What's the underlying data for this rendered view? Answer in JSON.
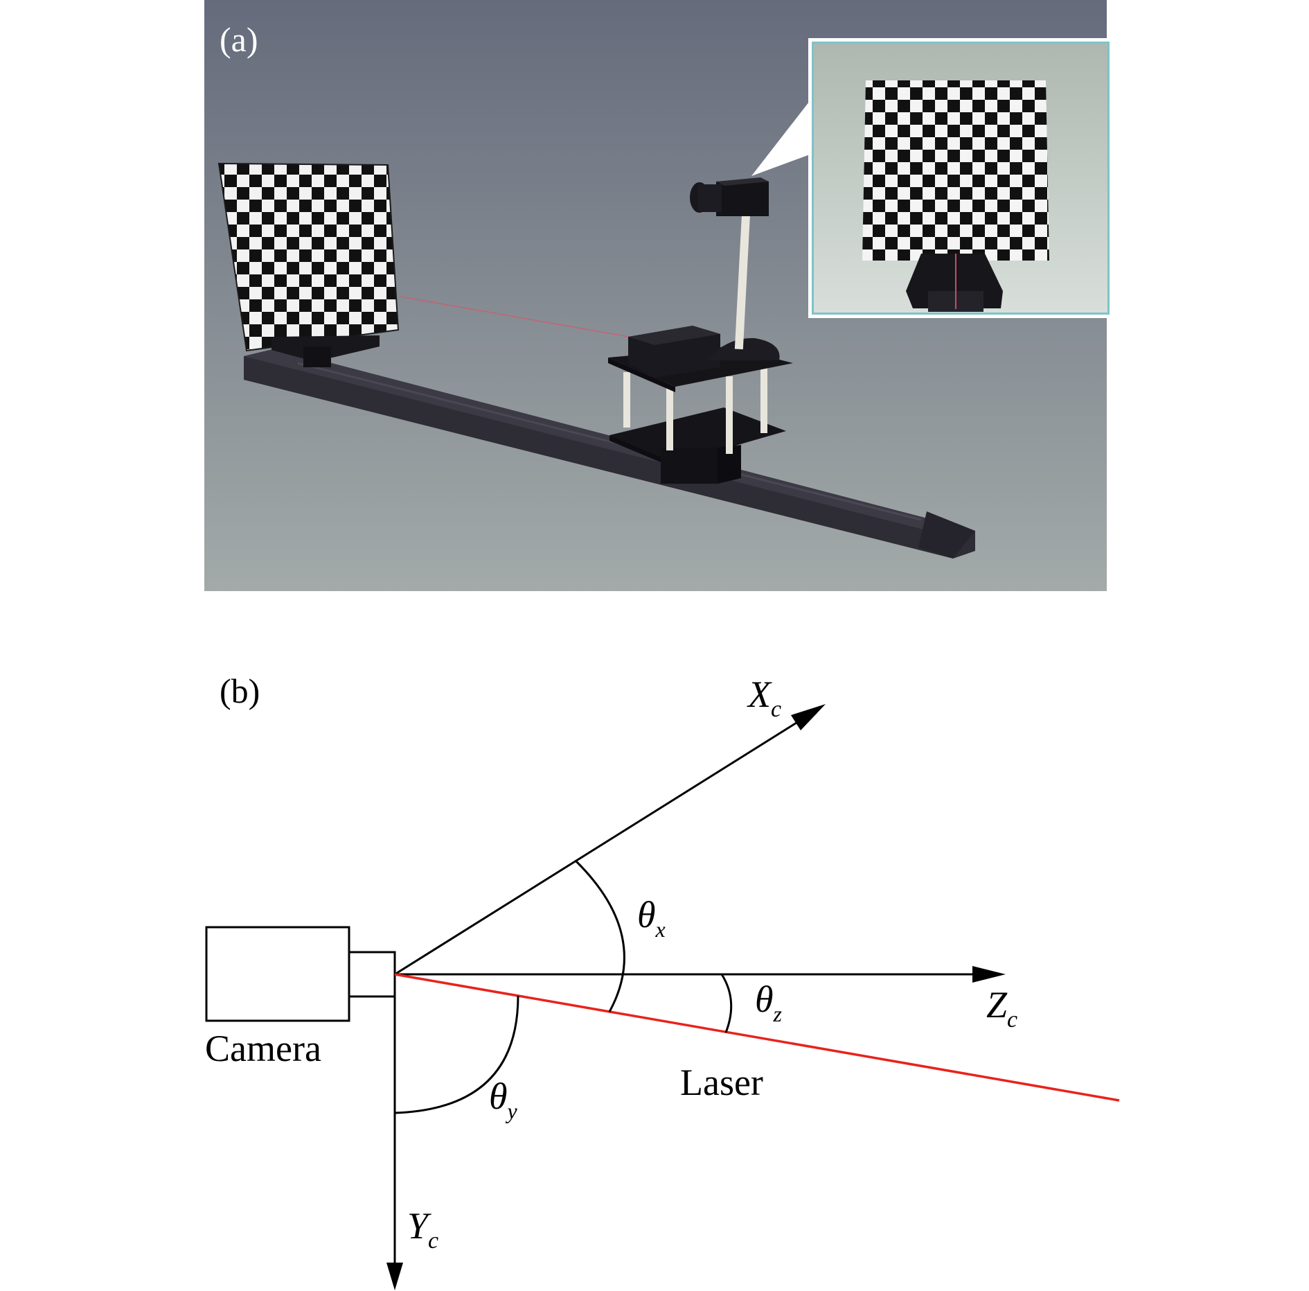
{
  "panel_a": {
    "label": "(a)",
    "colors": {
      "bg_top": "#656b7b",
      "bg_bottom": "#a3aaa9",
      "rail": "#2e2c34",
      "laser": "#d9556a"
    }
  },
  "panel_b": {
    "label": "(b)",
    "axes": {
      "x_main": "X",
      "x_sub": "c",
      "y_main": "Y",
      "y_sub": "c",
      "z_main": "Z",
      "z_sub": "c"
    },
    "angles": {
      "theta": "θ",
      "x_sub": "x",
      "y_sub": "y",
      "z_sub": "z"
    },
    "camera_label": "Camera",
    "laser_label": "Laser",
    "colors": {
      "laser": "#e8231c",
      "axis": "#000000"
    }
  }
}
